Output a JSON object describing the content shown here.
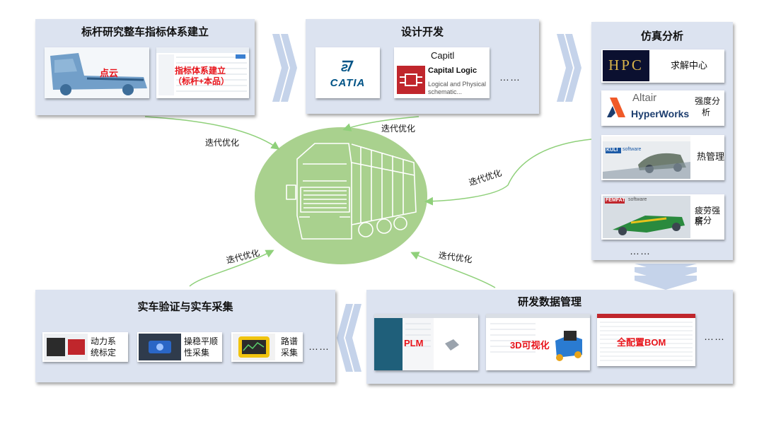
{
  "panels": {
    "benchmark": {
      "title": "标杆研究整车指标体系建立",
      "point_cloud": "点云",
      "indicator_line1": "指标体系建立",
      "indicator_line2": "（标杆+本品）"
    },
    "design": {
      "title": "设计开发",
      "catia_logo": "CATIA",
      "capital_title": "Capitl",
      "capital_subtitle": "Capital Logic",
      "capital_desc_line1": "Logical and Physical",
      "capital_desc_line2": "schematic...",
      "ellipsis": "……"
    },
    "simulation": {
      "title": "仿真分析",
      "hpc_logo": "HPC",
      "solver_center": "求解中心",
      "altair_brand": "Altair",
      "hyperworks_brand": "HyperWorks",
      "strength_line1": "强度分",
      "strength_line2": "析",
      "kuli_brand": "KULI",
      "kuli_software": "software",
      "thermal": "热管理",
      "femfat_brand": "FEMFAT",
      "femfat_software": "software",
      "fatigue_line1": "疲劳强度分",
      "fatigue_line2": "析",
      "ellipsis": "……"
    },
    "validation": {
      "title": "实车验证与实车采集",
      "powertrain_line1": "动力系",
      "powertrain_line2": "统标定",
      "handling_line1": "操稳平顺",
      "handling_line2": "性采集",
      "road_line1": "路谱",
      "road_line2": "采集",
      "ellipsis": "……"
    },
    "data_mgmt": {
      "title": "研发数据管理",
      "plm": "PLM",
      "viz3d": "3D可视化",
      "bom": "全配置BOM",
      "ellipsis": "……"
    }
  },
  "iteration_labels": {
    "top_left": "迭代优化",
    "top_center": "迭代优化",
    "right": "迭代优化",
    "bottom_left": "迭代优化",
    "bottom_right": "迭代优化"
  },
  "colors": {
    "panel_bg": "#dce3f0",
    "circle": "#a9d18e",
    "arrow": "#8fd07a",
    "chevron": "#c5d3ea",
    "red": "#e8141b",
    "catia_blue": "#005386",
    "capital_red": "#c0262c"
  }
}
